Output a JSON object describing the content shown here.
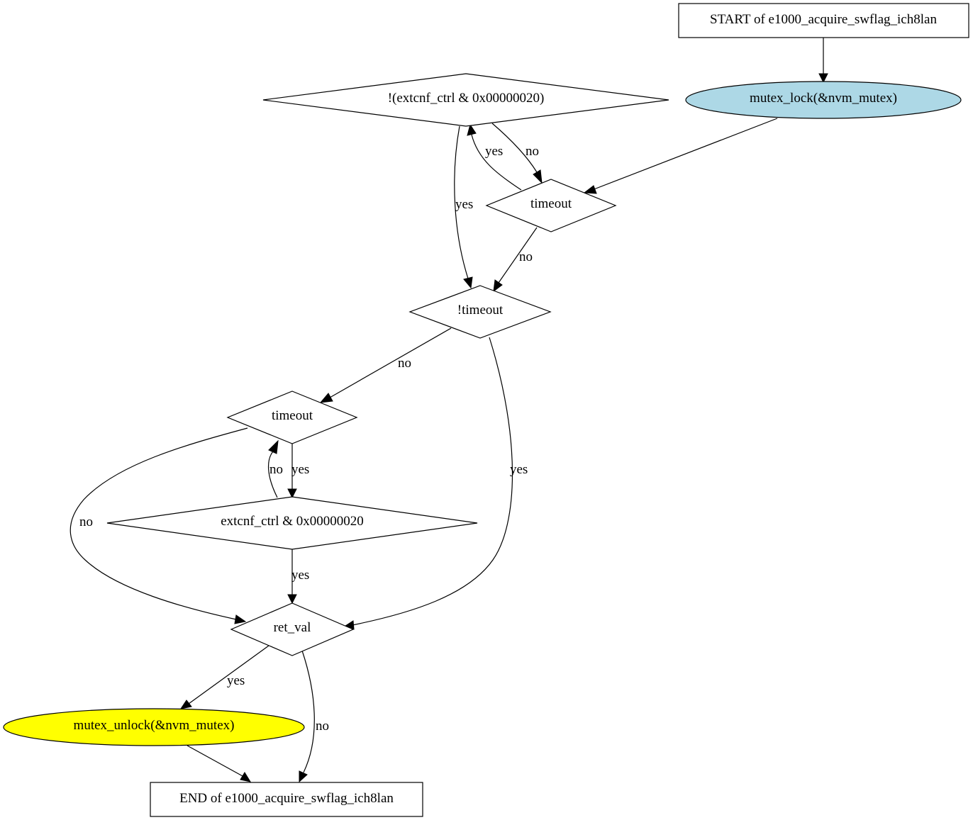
{
  "colors": {
    "mutex_lock_fill": "#add8e6",
    "mutex_unlock_fill": "#ffff00",
    "default_fill": "#ffffff",
    "stroke": "#000000"
  },
  "nodes": {
    "start": "START of e1000_acquire_swflag_ich8lan",
    "mutex_lock": "mutex_lock(&nvm_mutex)",
    "cond_not_extcnf": "!(extcnf_ctrl & 0x00000020)",
    "timeout_1": "timeout",
    "not_timeout": "!timeout",
    "timeout_2": "timeout",
    "cond_extcnf": "extcnf_ctrl & 0x00000020",
    "ret_val": "ret_val",
    "mutex_unlock": "mutex_unlock(&nvm_mutex)",
    "end": "END of e1000_acquire_swflag_ich8lan"
  },
  "edges": {
    "not_extcnf_to_timeout1": "no",
    "timeout1_to_not_extcnf": "yes",
    "not_extcnf_to_not_timeout": "yes",
    "timeout1_to_not_timeout": "no",
    "not_timeout_to_timeout2": "no",
    "not_timeout_to_ret_val": "yes",
    "timeout2_to_extcnf": "yes",
    "extcnf_to_timeout2": "no",
    "timeout2_to_ret_val": "no",
    "extcnf_to_ret_val": "yes",
    "ret_val_to_unlock": "yes",
    "ret_val_to_end": "no"
  }
}
